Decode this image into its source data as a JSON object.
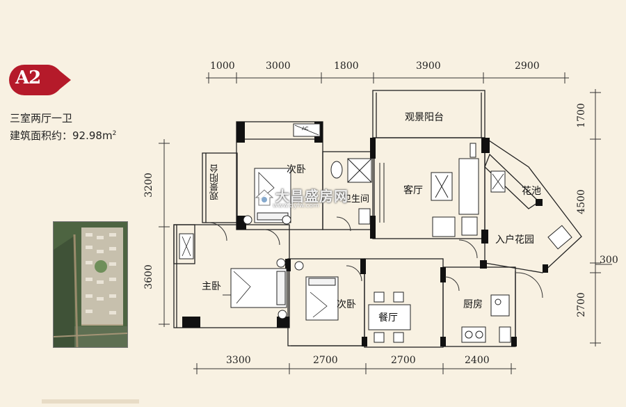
{
  "badge": {
    "label": "A2",
    "color": "#b51a2a"
  },
  "info": {
    "layout": "三室两厅一卫",
    "area_label": "建筑面积约：",
    "area_value": "92.98m",
    "area_sup": "2"
  },
  "dimensions": {
    "top": [
      "1000",
      "3000",
      "1800",
      "3900",
      "2900"
    ],
    "bottom": [
      "3300",
      "2700",
      "2700",
      "2400"
    ],
    "left": [
      "3200",
      "3600"
    ],
    "right": [
      "1700",
      "4500",
      "300",
      "2700"
    ]
  },
  "rooms": {
    "view_balcony_top": "观景阳台",
    "view_balcony_left": "观景阳台",
    "second_bedroom_top": "次卧",
    "bathroom": "卫生间",
    "living_room": "客厅",
    "flower_pond": "花池",
    "entry_garden": "入户花园",
    "master_bedroom": "主卧",
    "second_bedroom_bottom": "次卧",
    "dining_room": "餐厅",
    "kitchen": "厨房"
  },
  "fixtures": {
    "ac": "AC"
  },
  "watermark": {
    "title": "大昌盛房网",
    "url": "www.dyfw.com"
  },
  "colors": {
    "background": "#f8f1e2",
    "wall": "#111111",
    "line": "#333333",
    "accent": "#b51a2a"
  }
}
